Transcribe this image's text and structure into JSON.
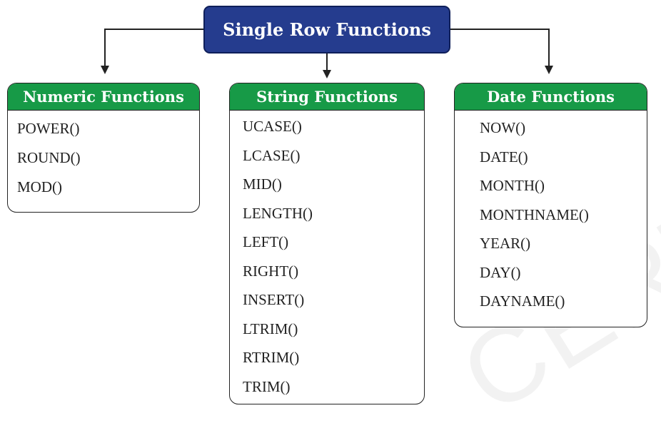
{
  "root": {
    "title": "Single Row Functions"
  },
  "categories": [
    {
      "title": "Numeric Functions",
      "items": [
        "POWER()",
        "ROUND()",
        "MOD()"
      ]
    },
    {
      "title": "String Functions",
      "items": [
        "UCASE()",
        "LCASE()",
        "MID()",
        "LENGTH()",
        "LEFT()",
        "RIGHT()",
        "INSERT()",
        "LTRIM()",
        "RTRIM()",
        "TRIM()"
      ]
    },
    {
      "title": "Date Functions",
      "items": [
        "NOW()",
        "DATE()",
        "MONTH()",
        "MONTHNAME()",
        "YEAR()",
        "DAY()",
        "DAYNAME()"
      ]
    }
  ],
  "colors": {
    "root_fill": "#253c8e",
    "header_fill": "#179a47",
    "text": "#222222",
    "connector": "#222222"
  }
}
